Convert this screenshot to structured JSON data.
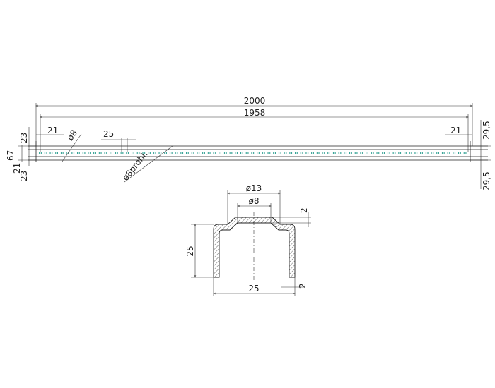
{
  "colors": {
    "line": "#222222",
    "holes": "#2a9d8f",
    "hatch": "#444444"
  },
  "top_view": {
    "dims": {
      "overall_length": "2000",
      "hole_span": "1958",
      "left_offset": "21",
      "right_offset": "21",
      "pitch": "25",
      "hole_dia": "ø8",
      "hole_note": "ø8prohl.",
      "right_top": "29,5",
      "right_bottom": "29,5",
      "left_top": "23",
      "left_bottom": "23",
      "left_mid_a": "67",
      "left_mid_b": "21"
    }
  },
  "section_view": {
    "dims": {
      "outer_dia": "ø13",
      "inner_dia": "ø8",
      "wall_top": "2",
      "height": "25",
      "width": "25",
      "wall_bottom": "2"
    }
  }
}
